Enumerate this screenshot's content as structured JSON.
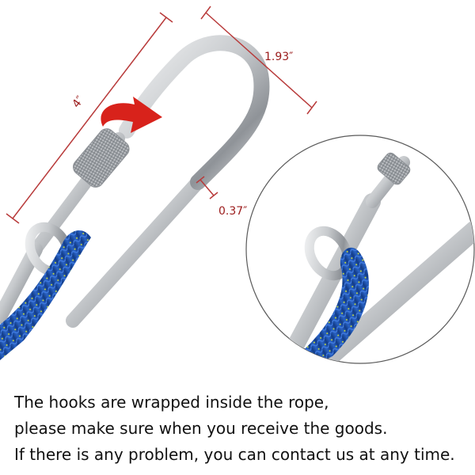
{
  "dimensions": {
    "length": "4″",
    "width": "1.93″",
    "wire_diameter": "0.37″"
  },
  "caption": {
    "line1": "The hooks are wrapped inside the rope,",
    "line2": "please make sure when you receive the goods.",
    "line3": "If there is any problem, you can contact us at any time."
  },
  "colors": {
    "dimension_lines": "#b83a3a",
    "rope": "#1f4fa8",
    "steel": "#c9ccd0",
    "arrow": "#d8221b"
  }
}
